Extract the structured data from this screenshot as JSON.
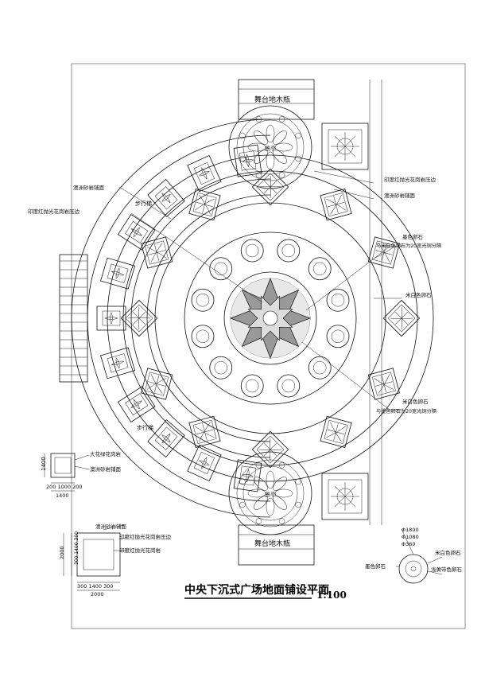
{
  "drawing": {
    "title": "中央下沉式广场地面铺设平面",
    "scale": "1:100"
  },
  "labels": {
    "stage_top": "舞台地木瓶",
    "stage_bottom": "舞台地木瓶",
    "pavilion_top": "景亭",
    "pavilion_bottom": "景亭",
    "step_upper": "步行梯",
    "step_lower": "步行梯",
    "right_1": "印度红抛光花岗岩压边",
    "right_2": "澳洲砂岩铺面",
    "right_3": "墨色卵石",
    "right_4": "与米白色卵石为20宽光铜分隔",
    "right_5": "米白色卵石",
    "right_6": "米白色卵石",
    "right_7": "与墨色卵石为20宽光铜分隔",
    "left_1": "澳洲砂岩铺面",
    "left_2": "印度红抛光花岗岩压边",
    "detail1_a": "大花绿花岗岩",
    "detail1_b": "澳洲砂岩铺面",
    "detail2_a": "澳洲砂岩铺面",
    "detail2_b": "印度红抛光花岗岩压边",
    "detail2_c": "印度红抛光花岗岩",
    "legend_a": "墨色卵石",
    "legend_b": "米白色卵石",
    "legend_c": "浅黄带色卵石"
  },
  "dimensions": {
    "d1_h": "1400",
    "d1_w": "200 1000 200",
    "d1_w2": "1400",
    "d2_h": "2000",
    "d2_h2": "300 1400 300",
    "d2_w": "300 1400 300",
    "d2_w2": "2000",
    "phi1": "Φ1800",
    "phi2": "Φ1080",
    "phi3": "Φ360"
  }
}
